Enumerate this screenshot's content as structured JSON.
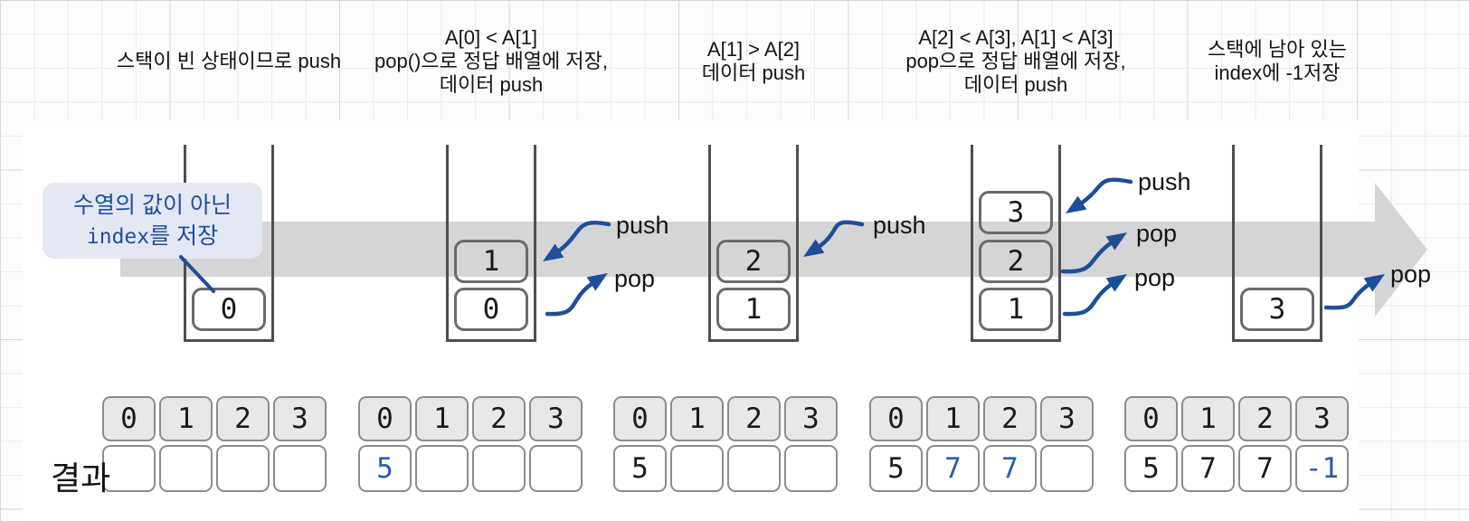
{
  "colors": {
    "arrow_blue": "#1e4e99",
    "value_blue": "#2b5cab",
    "band_gray": "#d5d5d7",
    "header_cell_gray": "#e8e8ea",
    "callout_bg": "#e4e8f4",
    "callout_text": "#1f4f9a"
  },
  "result_label": "결과",
  "result_header": [
    "0",
    "1",
    "2",
    "3"
  ],
  "callout": {
    "line1": "수열의 값이 아닌",
    "line2_code": "index",
    "line2_rest": "를 저장"
  },
  "stages": [
    {
      "caption_lines": [
        "스택이 빈 상태이므로 push"
      ],
      "stack": [
        "0"
      ],
      "ops": [],
      "result_values": [
        "",
        "",
        "",
        ""
      ],
      "result_blue": [
        false,
        false,
        false,
        false
      ]
    },
    {
      "caption_lines": [
        "A[0] < A[1]",
        "pop()으로 정답 배열에 저장,",
        "데이터 push"
      ],
      "stack": [
        "0",
        "1"
      ],
      "ops": [
        "push",
        "pop"
      ],
      "result_values": [
        "5",
        "",
        "",
        ""
      ],
      "result_blue": [
        true,
        false,
        false,
        false
      ]
    },
    {
      "caption_lines": [
        "A[1] > A[2]",
        "데이터 push"
      ],
      "stack": [
        "1",
        "2"
      ],
      "ops": [
        "push"
      ],
      "result_values": [
        "5",
        "",
        "",
        ""
      ],
      "result_blue": [
        false,
        false,
        false,
        false
      ]
    },
    {
      "caption_lines": [
        "A[2] < A[3], A[1] < A[3]",
        "pop으로 정답 배열에 저장,",
        "데이터 push"
      ],
      "stack": [
        "1",
        "2",
        "3"
      ],
      "ops": [
        "push",
        "pop",
        "pop"
      ],
      "result_values": [
        "5",
        "7",
        "7",
        ""
      ],
      "result_blue": [
        false,
        true,
        true,
        false
      ]
    },
    {
      "caption_lines": [
        "스택에 남아 있는",
        "index에 -1저장"
      ],
      "stack": [
        "3"
      ],
      "ops": [
        "pop"
      ],
      "result_values": [
        "5",
        "7",
        "7",
        "-1"
      ],
      "result_blue": [
        false,
        false,
        false,
        true
      ]
    }
  ]
}
